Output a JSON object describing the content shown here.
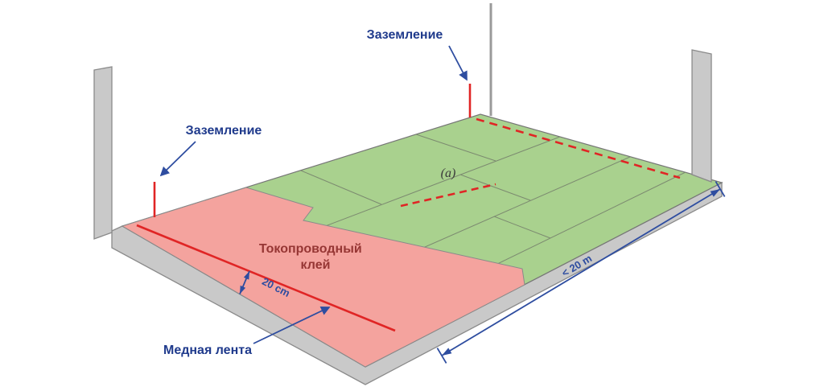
{
  "labels": {
    "grounding_top": "Заземление",
    "grounding_left": "Заземление",
    "adhesive_line1": "Токопроводный",
    "adhesive_line2": "клей",
    "copper_tape": "Медная лента",
    "point_a": "(a)",
    "dim_small": "20 cm",
    "dim_large": "< 20 m"
  },
  "colors": {
    "floor_green": "#a9d18e",
    "adhesive_pink": "#f4a39e",
    "wall_gray": "#c9c9c9",
    "tape_red": "#e02525",
    "dimension_blue": "#2e4da0",
    "label_blue": "#1f3a8c",
    "adhesive_text_red": "#963634"
  }
}
